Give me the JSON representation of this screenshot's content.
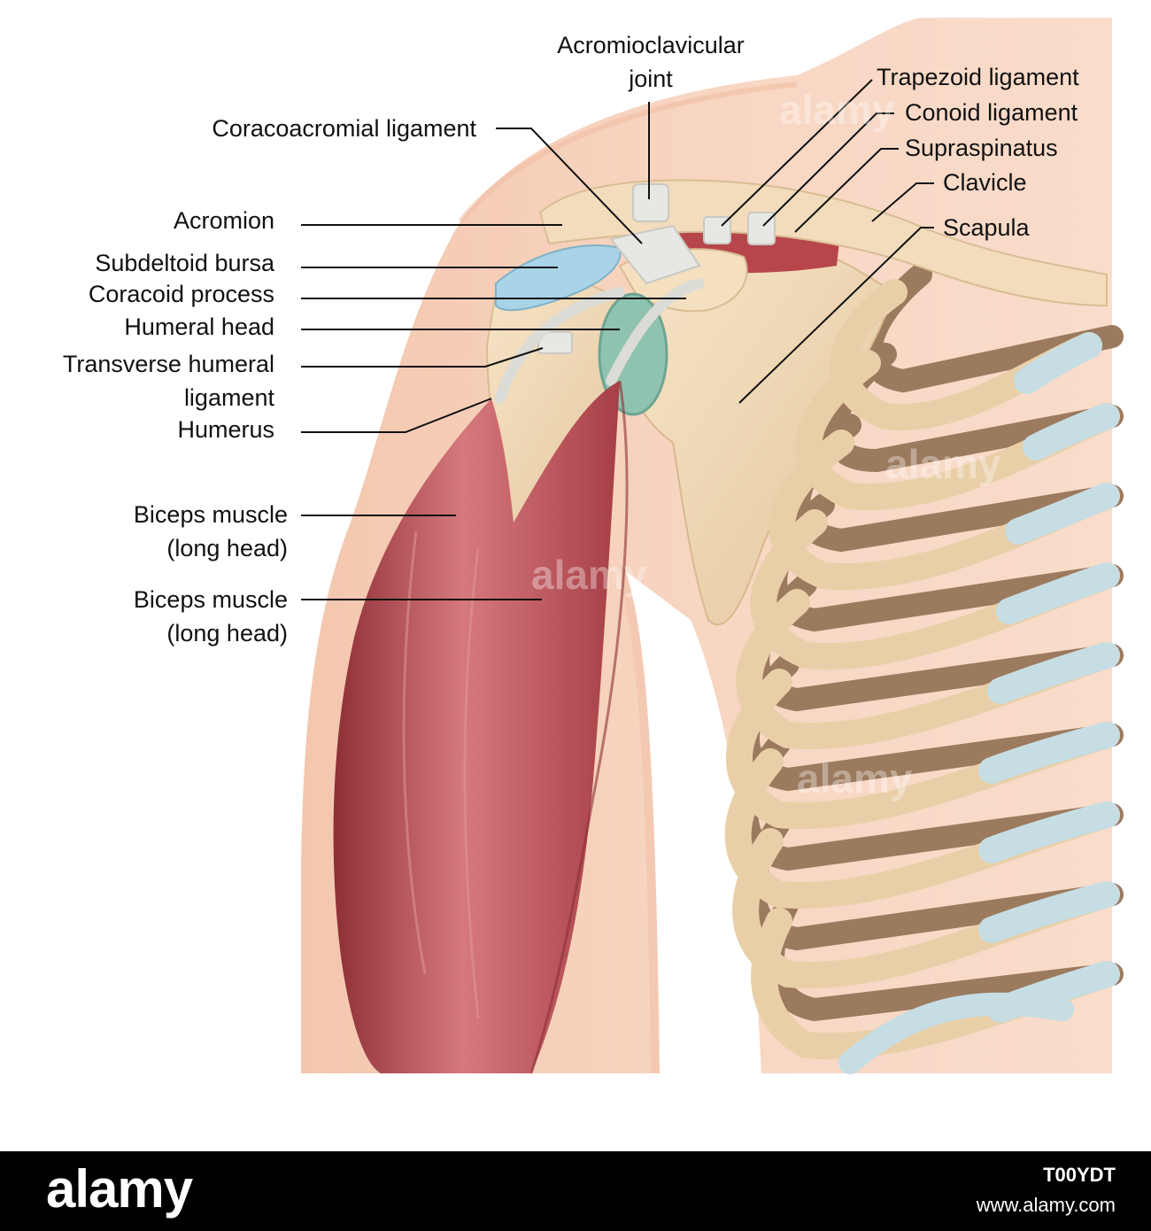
{
  "labels": {
    "acromioclavicular_joint": [
      "Acromioclavicular",
      "joint"
    ],
    "coracoacromial_ligament": "Coracoacromial ligament",
    "acromion": "Acromion",
    "subdeltoid_bursa": "Subdeltoid bursa",
    "coracoid_process": "Coracoid process",
    "humeral_head": "Humeral head",
    "transverse_humeral_ligament": [
      "Transverse humeral",
      "ligament"
    ],
    "humerus": "Humerus",
    "biceps_long_head_1": [
      "Biceps muscle",
      "(long head)"
    ],
    "biceps_long_head_2": [
      "Biceps muscle",
      "(long head)"
    ],
    "trapezoid_ligament": "Trapezoid ligament",
    "conoid_ligament": "Conoid ligament",
    "supraspinatus": "Supraspinatus",
    "clavicle": "Clavicle",
    "scapula": "Scapula"
  },
  "footer": {
    "logo": "alamy",
    "image_id": "T00YDT",
    "site": "www.alamy.com"
  },
  "colors": {
    "skin": "#f7d3bd",
    "bone": "#efd8b3",
    "rib_dark": "#9c7a5d",
    "cartilage": "#c9dfe6",
    "muscle": "#c0555c",
    "ligament": "#e7e7e3",
    "bursa": "#a9d3e6",
    "humeral_head": "#8fc3b0",
    "footer_bg": "#000000"
  }
}
